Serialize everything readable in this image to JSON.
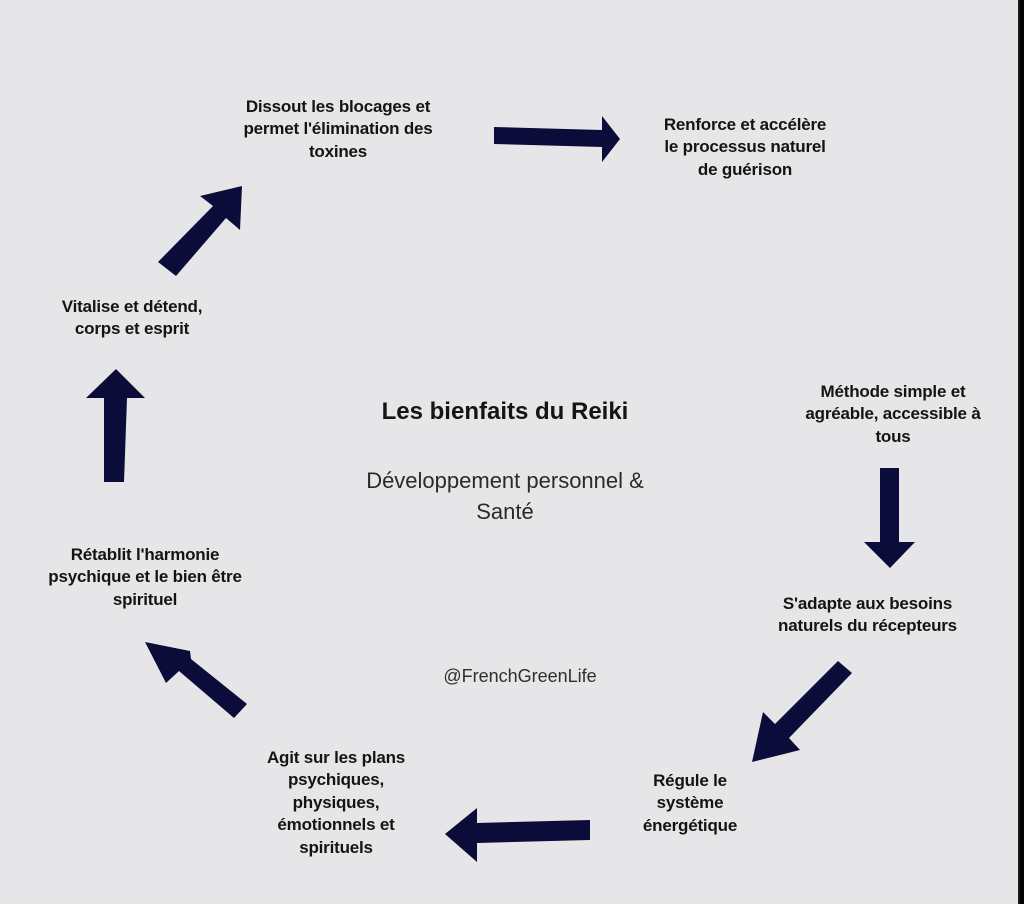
{
  "diagram": {
    "title": "Les bienfaits du Reiki",
    "subtitle": [
      "Développement personnel &",
      "Santé"
    ],
    "credit": "@FrenchGreenLife",
    "arrow_color": "#0c0c3a",
    "nodes": [
      {
        "id": "dissout",
        "lines": [
          "Dissout les blocages et",
          "permet l'élimination des",
          "toxines"
        ]
      },
      {
        "id": "renforce",
        "lines": [
          "Renforce et accélère",
          "le processus naturel",
          "de guérison"
        ]
      },
      {
        "id": "methode",
        "lines": [
          "Méthode simple et",
          "agréable, accessible à",
          "tous"
        ]
      },
      {
        "id": "adapte",
        "lines": [
          "S'adapte aux besoins",
          "naturels du récepteurs"
        ]
      },
      {
        "id": "regule",
        "lines": [
          "Régule le",
          "système",
          "énergétique"
        ]
      },
      {
        "id": "agit",
        "lines": [
          "Agit sur les plans",
          "psychiques,",
          "physiques,",
          "émotionnels et",
          "spirituels"
        ]
      },
      {
        "id": "retablit",
        "lines": [
          "Rétablit l'harmonie",
          "psychique et le bien être",
          "spirituel"
        ]
      },
      {
        "id": "vitalise",
        "lines": [
          "Vitalise et détend,",
          "corps et esprit"
        ]
      }
    ]
  }
}
